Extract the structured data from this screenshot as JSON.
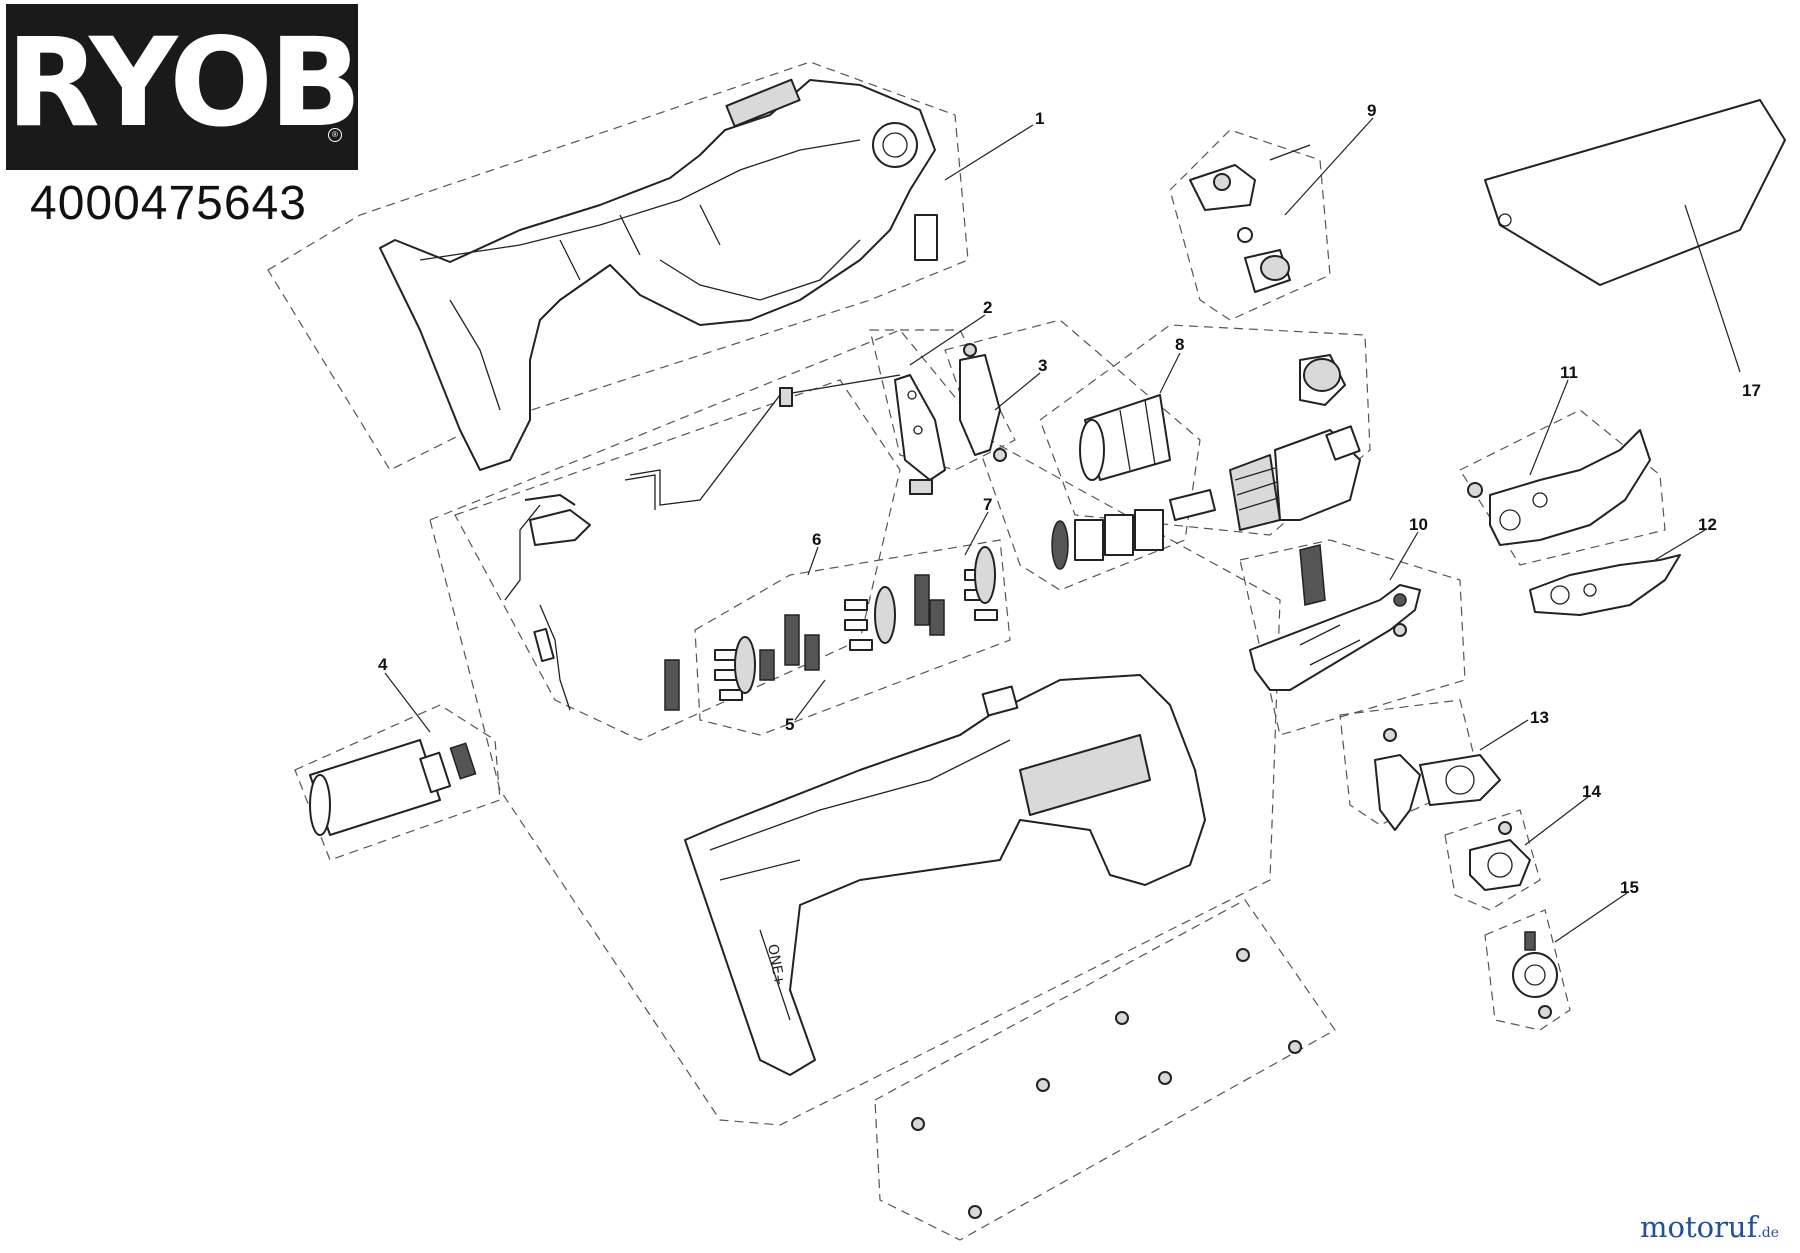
{
  "brand": {
    "logo_text": "RYOBI",
    "logo_mark": "®",
    "logo_bg": "#1a1a1a",
    "logo_fg": "#ffffff"
  },
  "part_number": "4000475643",
  "watermark": {
    "name": "motoruf",
    "suffix": ".de",
    "color": "#1f4fa3"
  },
  "callouts": [
    "1",
    "2",
    "3",
    "4",
    "5",
    "6",
    "7",
    "8",
    "9",
    "10",
    "11",
    "12",
    "13",
    "14",
    "15",
    "17"
  ],
  "colors": {
    "line": "#222222",
    "fill": "#ffffff",
    "shade": "#d9d9d9"
  }
}
